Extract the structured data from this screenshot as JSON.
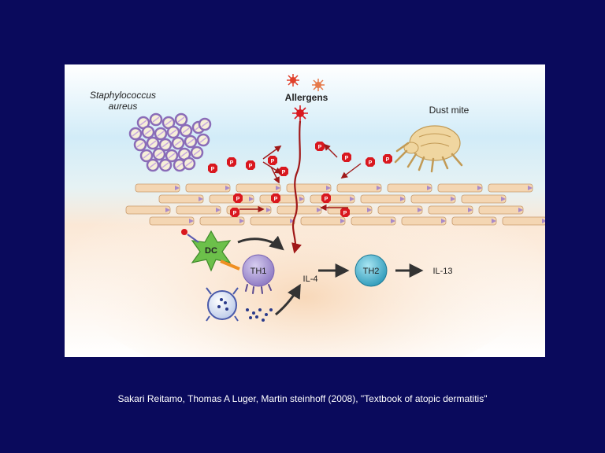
{
  "labels": {
    "staph_line1": "Staphylococcus",
    "staph_line2": "aureus",
    "allergens": "Allergens",
    "dust_mite": "Dust mite",
    "dc": "DC",
    "th1": "TH1",
    "th2": "TH2",
    "il4": "IL-4",
    "il13": "IL-13",
    "protease": "P"
  },
  "citation": "Sakari Reitamo, Thomas A Luger, Martin steinhoff (2008), \"Textbook of atopic dermatitis\"",
  "colors": {
    "background": "#0a0a5c",
    "sky": "#bfe3f3",
    "skin": "#f6dcc0",
    "brick": "#f4d6b3",
    "brick_edge": "#c79a6d",
    "protease": "#d9181f",
    "arrow_red": "#a01818",
    "arrow_dark": "#333333",
    "staph": "#b49ad0",
    "dc": "#6cc04a",
    "th1": "#9d8ccc",
    "th2": "#2fa8c4",
    "mast": "#4a5aaa",
    "mite": "#f0d6a0"
  }
}
